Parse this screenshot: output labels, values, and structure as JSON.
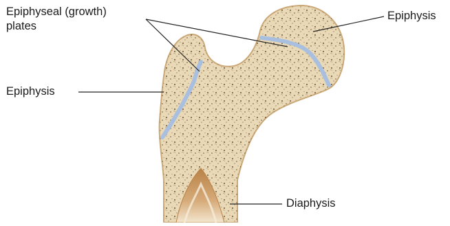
{
  "labels": {
    "growth_plates_line1": "Epiphyseal (growth)",
    "growth_plates_line2": "plates",
    "epiphysis_right": "Epiphysis",
    "epiphysis_left": "Epiphysis",
    "diaphysis": "Diaphysis"
  },
  "colors": {
    "bone_fill": "#ead9b6",
    "bone_outline": "#caa877",
    "spongy_texture": "#5a4128",
    "growth_plate": "#a9bfe0",
    "marrow_cavity": "#c48e57",
    "leader_line": "#222222"
  }
}
